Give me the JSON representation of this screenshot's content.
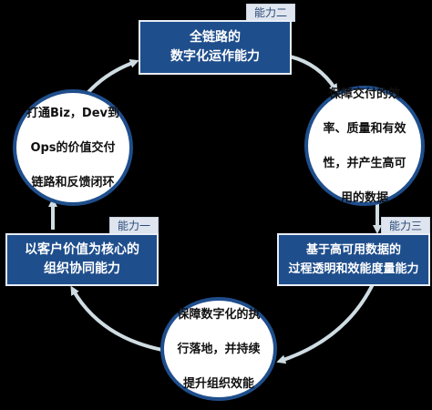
{
  "colors": {
    "background": "#000000",
    "box_fill": "#1f4e8c",
    "tag_fill": "#dfe5ee",
    "arrow": "#cfdde3",
    "circle_border": "#1f4e8c"
  },
  "capabilities": [
    {
      "tag": "能力二",
      "line1": "全链路的",
      "line2": "数字化运作能力"
    },
    {
      "tag": "能力三",
      "line1": "基于高可用数据的",
      "line2": "过程透明和效能度量能力"
    },
    {
      "tag": "能力一",
      "line1": "以客户价值为核心的",
      "line2": "组织协同能力"
    }
  ],
  "outcomes": [
    {
      "lines": [
        "保障交付的效",
        "率、质量和有效",
        "性，并产生高可",
        "用的数据"
      ]
    },
    {
      "lines": [
        "保障数字化的执",
        "行落地，并持续",
        "提升组织效能"
      ]
    },
    {
      "lines": [
        "打通Biz，Dev到",
        "Ops的价值交付",
        "链路和反馈闭环"
      ]
    }
  ]
}
